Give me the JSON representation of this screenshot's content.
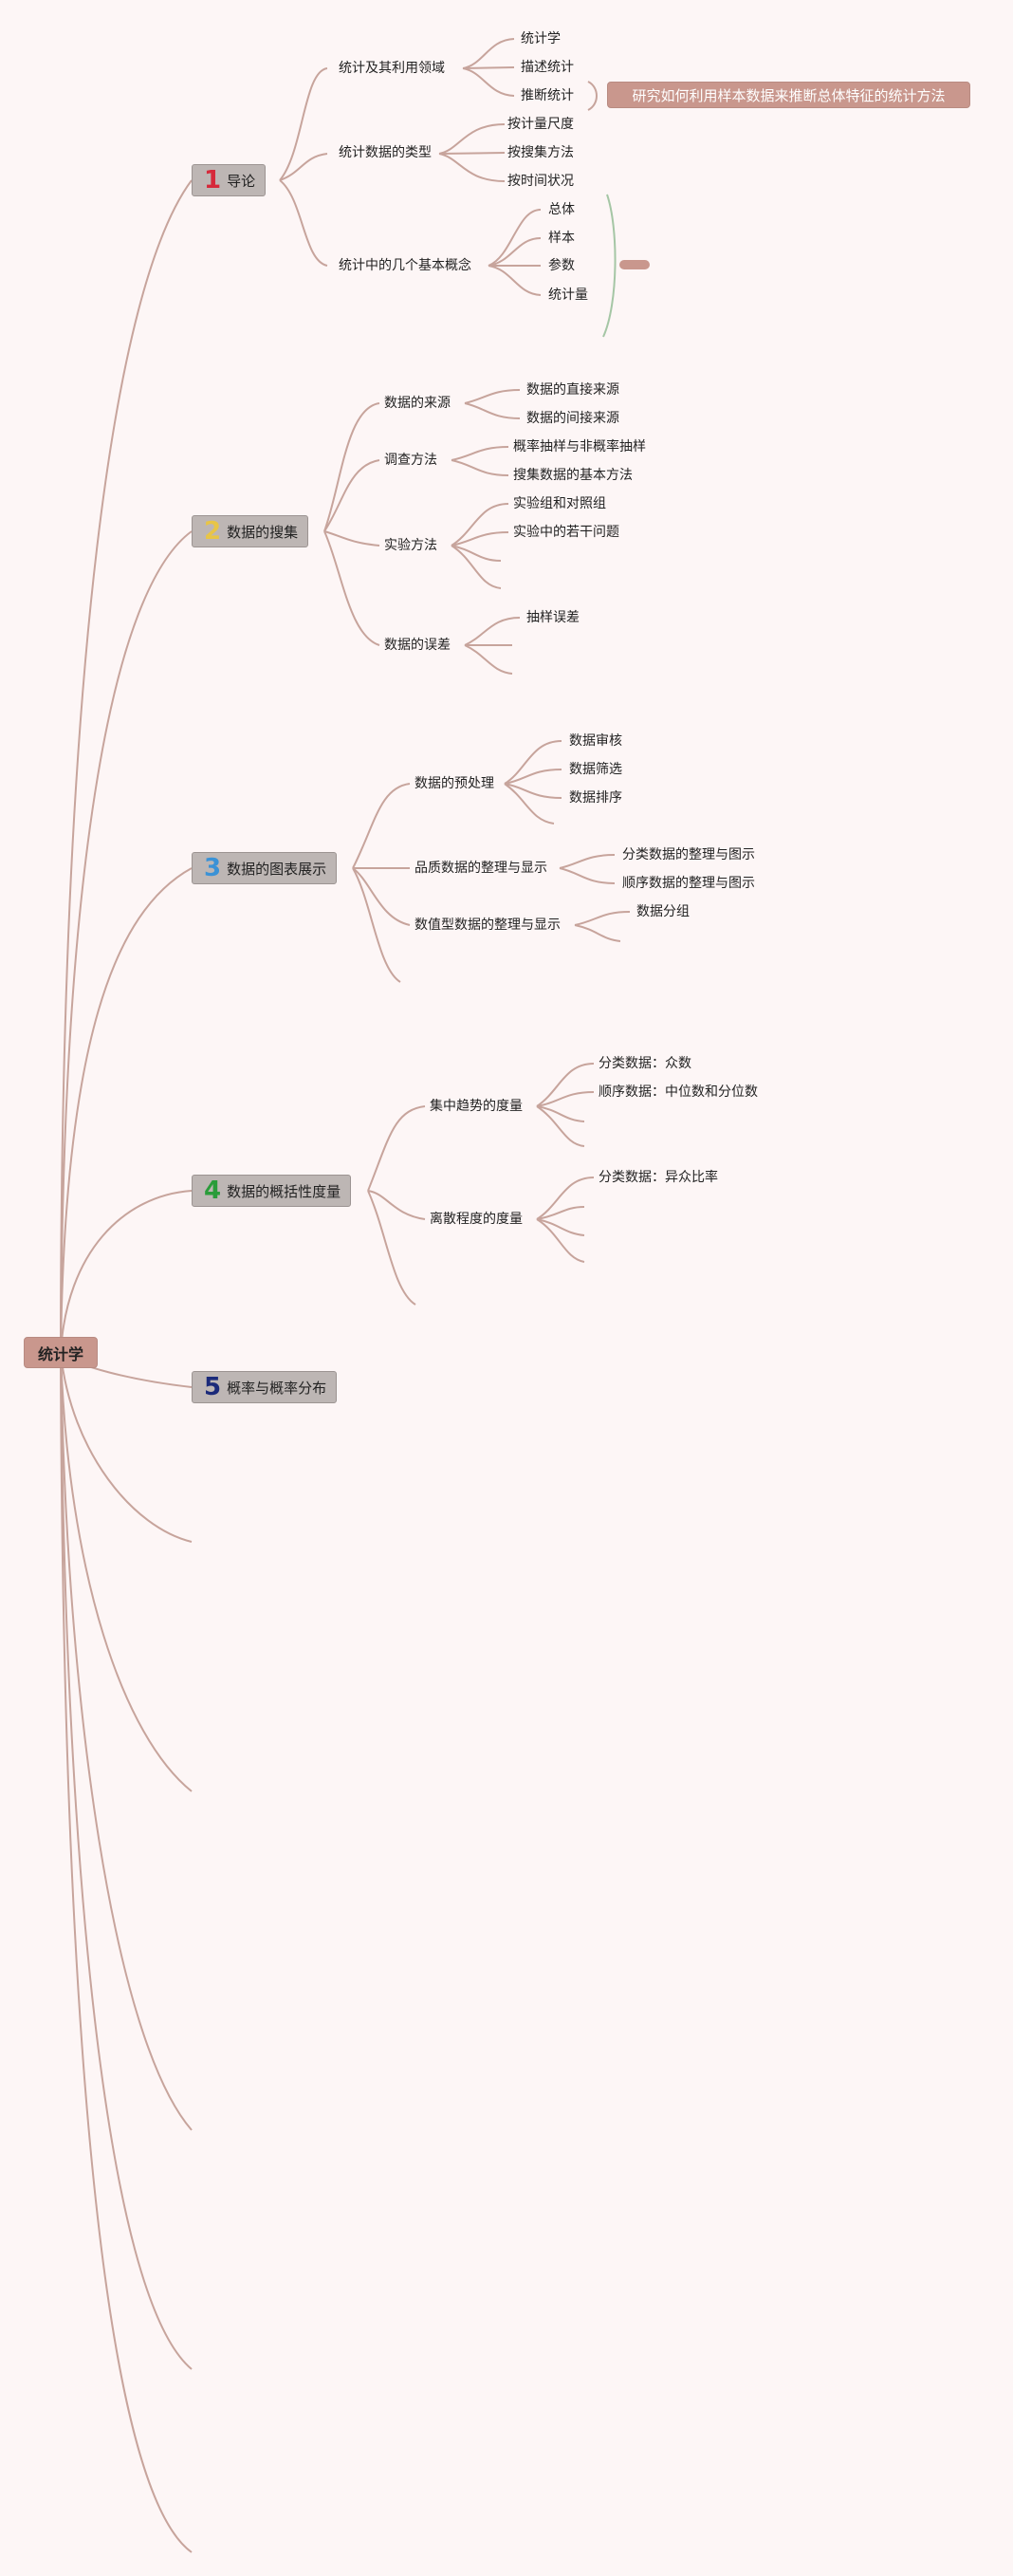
{
  "root": "统计学",
  "colors": {
    "line": "#c7a49c",
    "bracket": "#a5c6a5",
    "root_bg": "#c9978d",
    "main_bg": "#bdb6b4",
    "num1": "#d6293a",
    "num2": "#e8c547",
    "num3": "#3b92d6",
    "num4": "#2a9c3a",
    "num5": "#1b2a7a"
  },
  "chapters": [
    {
      "num": "1",
      "title": "导论",
      "subs": [
        {
          "label": "统计及其利用领域",
          "leaves": [
            "统计学",
            "描述统计",
            "推断统计"
          ]
        },
        {
          "label": "统计数据的类型",
          "leaves": [
            "按计量尺度",
            "按搜集方法",
            "按时间状况"
          ]
        },
        {
          "label": "统计中的几个基本概念",
          "leaves": [
            "总体",
            "样本",
            "参数",
            "统计量"
          ]
        }
      ],
      "callout": "研究如何利用样本数据来推断总体特征的统计方法"
    },
    {
      "num": "2",
      "title": "数据的搜集",
      "subs": [
        {
          "label": "数据的来源",
          "leaves": [
            "数据的直接来源",
            "数据的间接来源"
          ]
        },
        {
          "label": "调查方法",
          "leaves": [
            "概率抽样与非概率抽样",
            "搜集数据的基本方法"
          ]
        },
        {
          "label": "实验方法",
          "leaves": [
            "实验组和对照组",
            "实验中的若干问题"
          ]
        },
        {
          "label": "数据的误差",
          "leaves": [
            "抽样误差"
          ]
        }
      ]
    },
    {
      "num": "3",
      "title": "数据的图表展示",
      "subs": [
        {
          "label": "数据的预处理",
          "leaves": [
            "数据审核",
            "数据筛选",
            "数据排序"
          ]
        },
        {
          "label": "品质数据的整理与显示",
          "leaves": [
            "分类数据的整理与图示",
            "顺序数据的整理与图示"
          ]
        },
        {
          "label": "数值型数据的整理与显示",
          "leaves": [
            "数据分组"
          ]
        }
      ]
    },
    {
      "num": "4",
      "title": "数据的概括性度量",
      "subs": [
        {
          "label": "集中趋势的度量",
          "leaves": [
            "分类数据：众数",
            "顺序数据：中位数和分位数"
          ]
        },
        {
          "label": "离散程度的度量",
          "leaves": [
            "分类数据：异众比率"
          ]
        }
      ]
    },
    {
      "num": "5",
      "title": "概率与概率分布",
      "subs": []
    }
  ]
}
